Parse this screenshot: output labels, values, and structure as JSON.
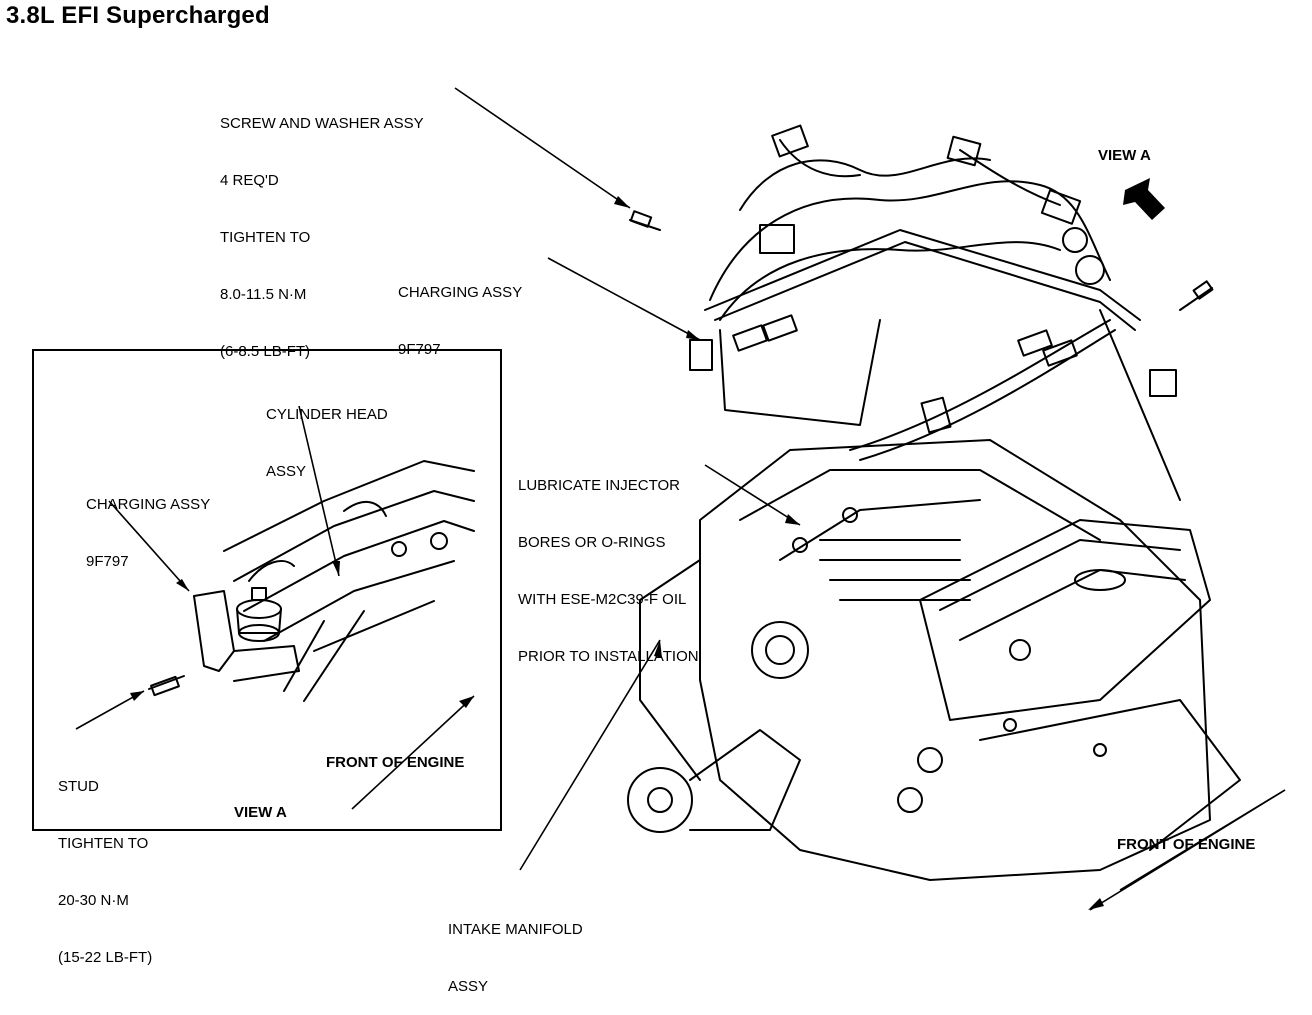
{
  "title": "3.8L EFI Supercharged",
  "labels": {
    "screw_washer": [
      "SCREW AND WASHER ASSY",
      "4 REQ'D",
      "TIGHTEN TO",
      "8.0-11.5 N·m",
      "(6-8.5 LB-FT)"
    ],
    "charging_main": [
      "CHARGING ASSY",
      "9F797"
    ],
    "view_a_main": "VIEW A",
    "lubricate": [
      "LUBRICATE INJECTOR",
      "BORES OR O-RINGS",
      "WITH ESE-M2C39-F OIL",
      "PRIOR TO INSTALLATION"
    ],
    "intake_manifold": [
      "INTAKE MANIFOLD",
      "ASSY"
    ],
    "front_engine_main": "FRONT OF ENGINE"
  },
  "inset": {
    "cylinder_head": [
      "CYLINDER HEAD",
      "ASSY"
    ],
    "charging": [
      "CHARGING ASSY",
      "9F797"
    ],
    "stud": [
      "STUD",
      "TIGHTEN TO",
      "20-30 N·m",
      "(15-22 LB-FT)"
    ],
    "front_engine": "FRONT OF ENGINE",
    "view_a": "VIEW A"
  }
}
